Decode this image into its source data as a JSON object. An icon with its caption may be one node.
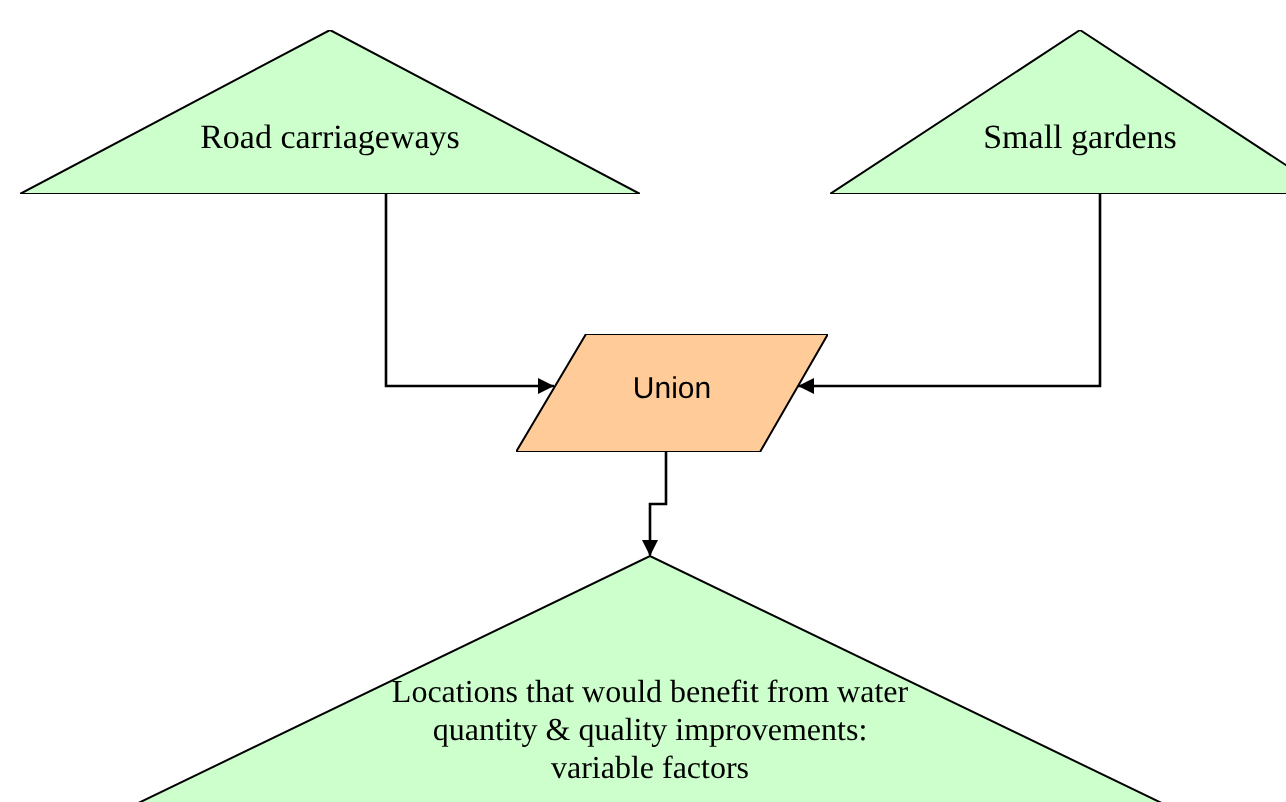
{
  "diagram": {
    "nodes": [
      {
        "text": [
          "Road carriageways"
        ]
      },
      {
        "text": [
          "Small gardens"
        ]
      },
      {
        "text": [
          "Union"
        ]
      },
      {
        "text": [
          "Locations that would benefit from water quantity & quality improvements: variable factors"
        ]
      }
    ],
    "edges": [
      {
        "from": 0,
        "to": 2,
        "arrow": "to"
      },
      {
        "from": 1,
        "to": 2,
        "arrow": "to"
      },
      {
        "from": 2,
        "to": 3,
        "arrow": "to"
      }
    ]
  }
}
